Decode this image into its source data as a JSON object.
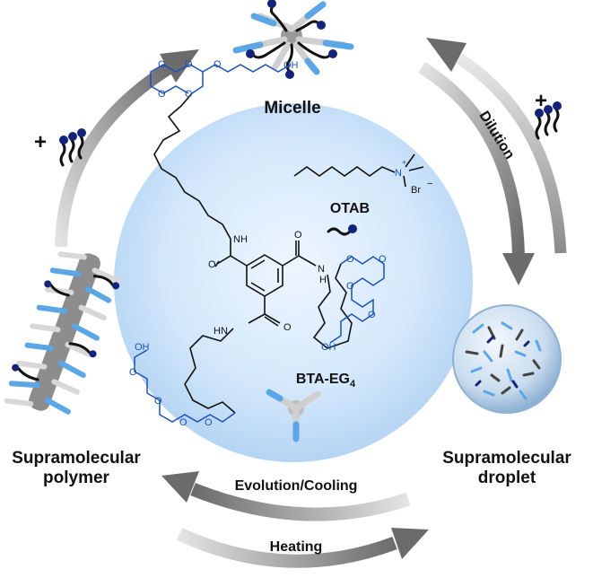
{
  "labels": {
    "micelle": "Micelle",
    "dilution": "Dilution",
    "droplet_line1": "Supramolecular",
    "droplet_line2": "droplet",
    "polymer_line1": "Supramolecular",
    "polymer_line2": "polymer",
    "evolution": "Evolution/Cooling",
    "heating": "Heating",
    "plus_left": "+",
    "plus_right": "+",
    "otab": "OTAB",
    "bta_base": "BTA-EG",
    "bta_sub": "4"
  },
  "chem_atoms": {
    "oh": "OH",
    "o": "O",
    "nh": "NH",
    "n": "N",
    "hn": "HN",
    "h": "H",
    "n_plus": "N",
    "plus": "+",
    "br": "Br",
    "minus": "−"
  },
  "colors": {
    "circle_center": "#dbeafa",
    "circle_edge": "#a9cdf2",
    "arrow_dark": "#6e6e6e",
    "arrow_light": "#d6d6d6",
    "ego_blue": "#1a50b8",
    "tail_light_blue": "#5aa6e6",
    "head_navy": "#13237a"
  }
}
